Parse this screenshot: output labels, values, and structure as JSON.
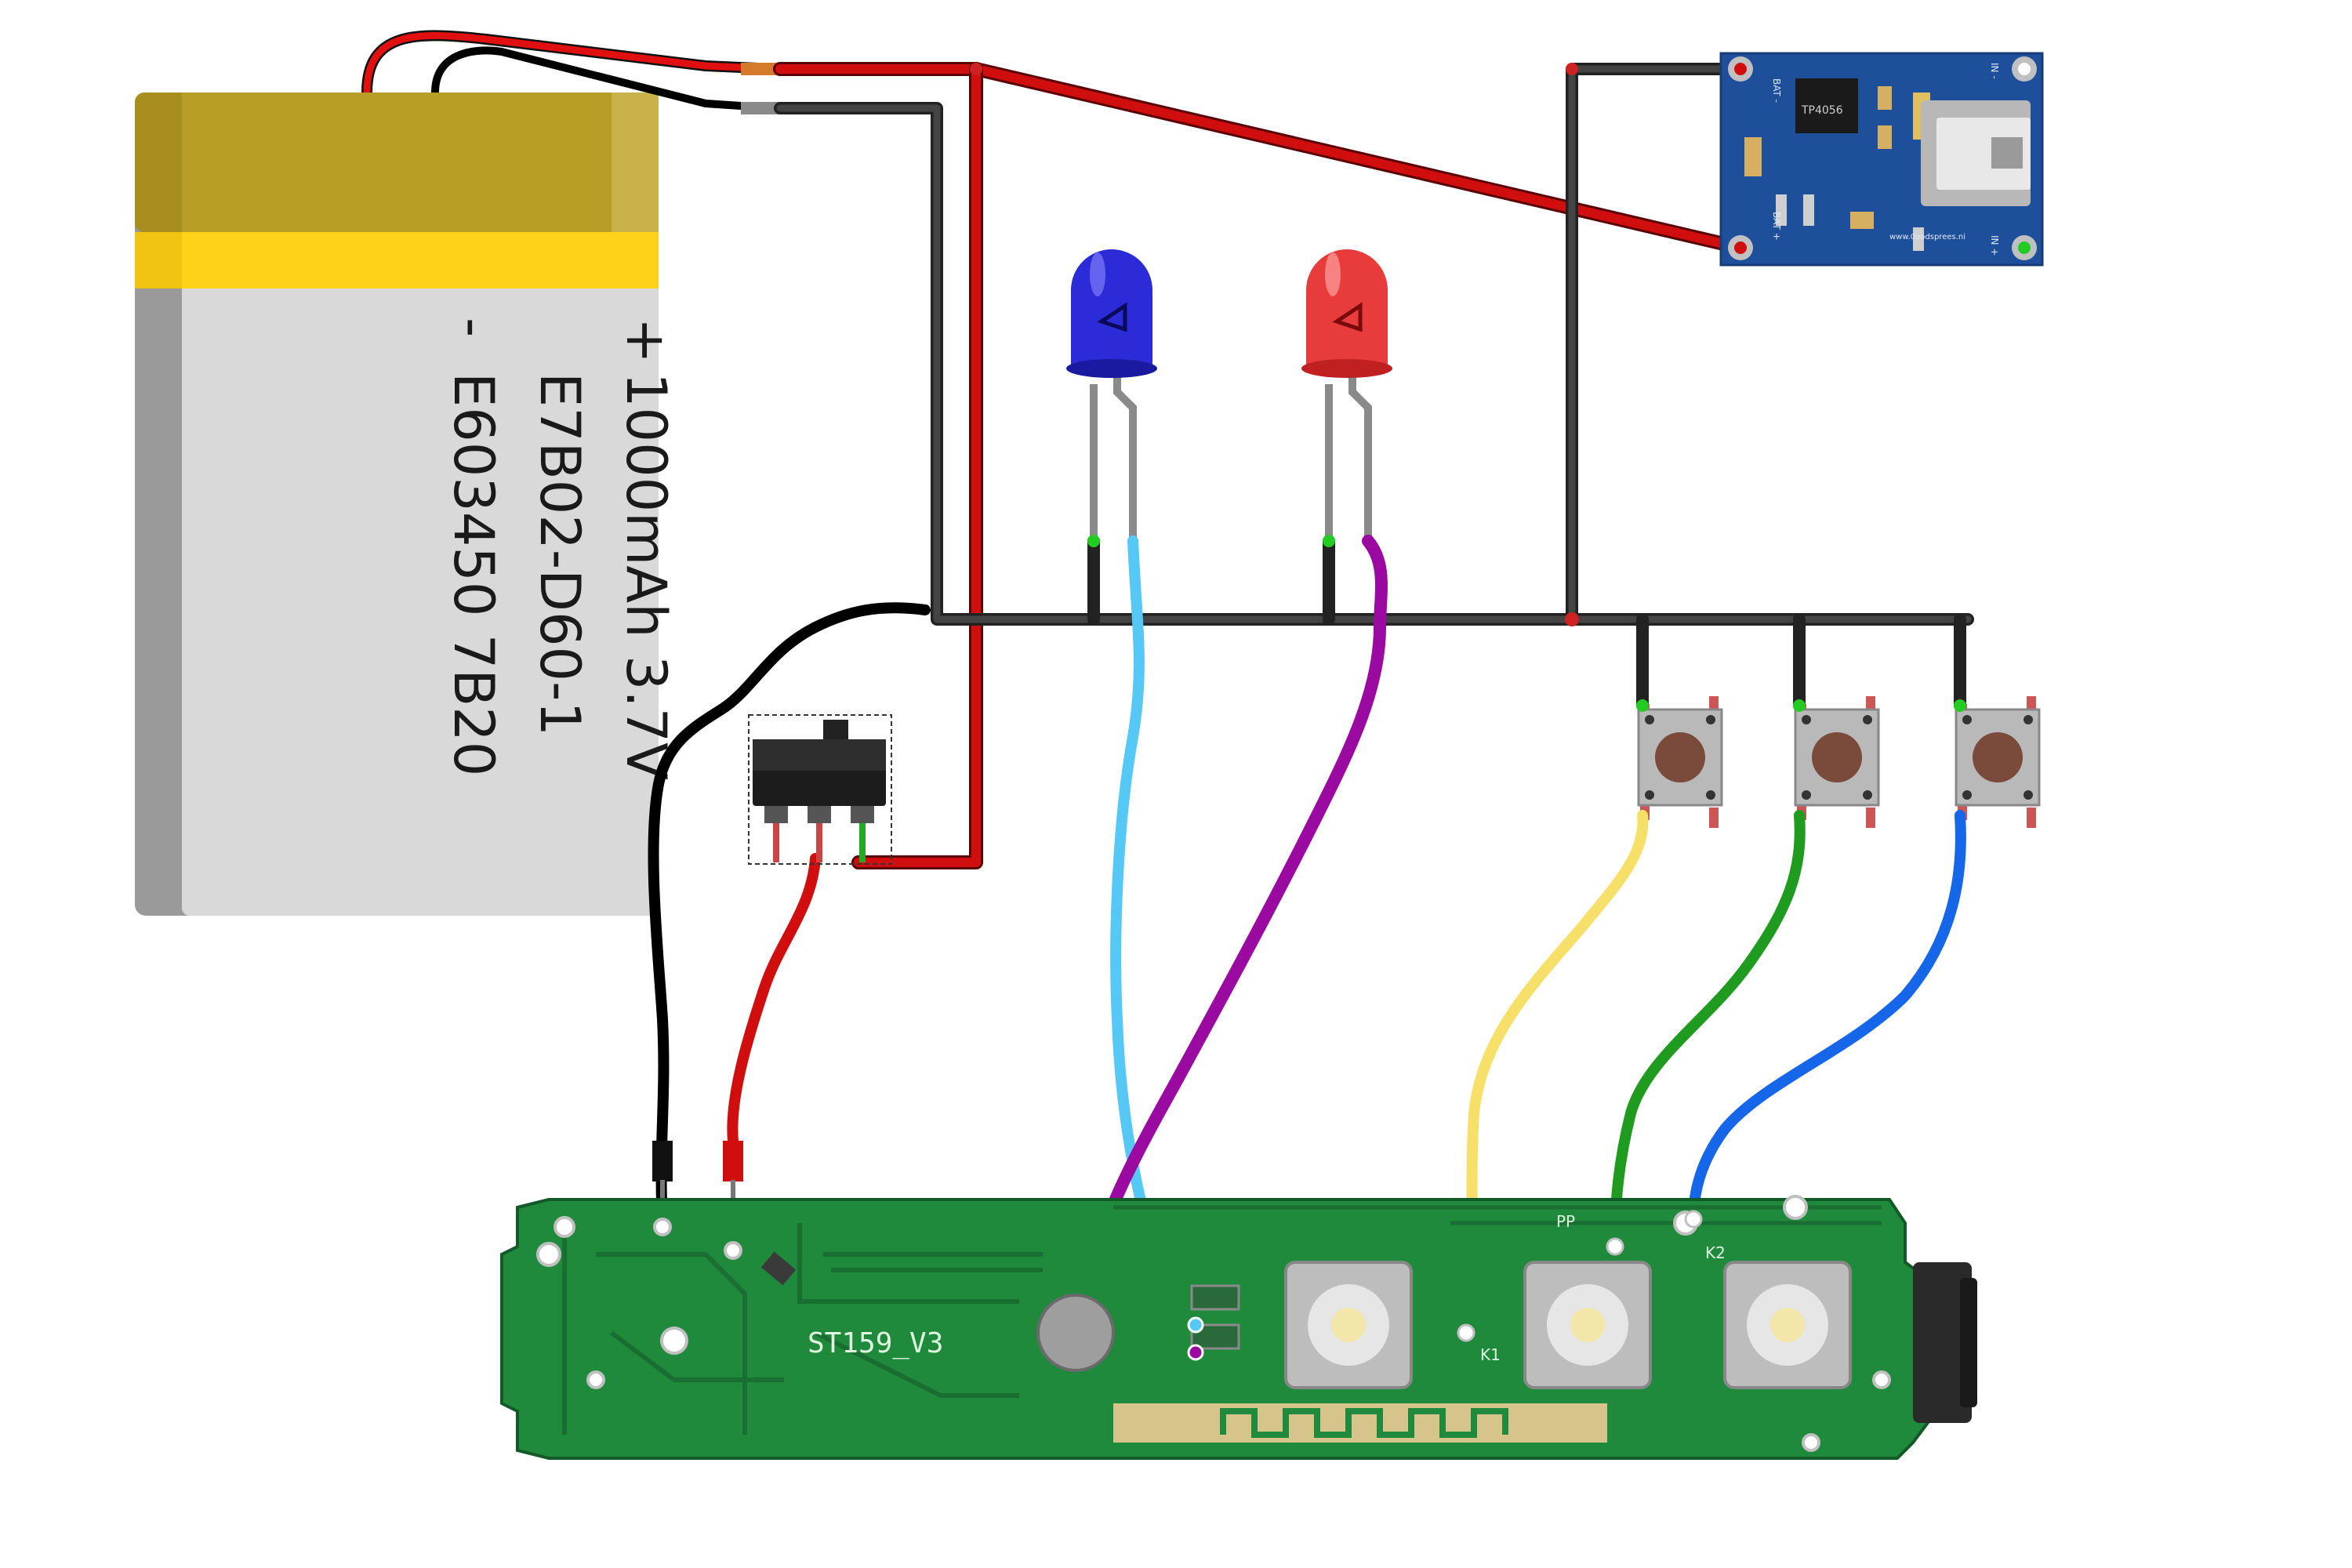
{
  "battery": {
    "minus_label": "-",
    "plus_label": "+",
    "text_line1": "E603450 7B20",
    "text_line2": "E7B02-D60-1",
    "text_line3": "1000mAh 3.7V"
  },
  "charger": {
    "chip_label": "TP4056",
    "pad_bat_minus": "BAT -",
    "pad_bat_plus": "BAT +",
    "pad_in_minus": "IN -",
    "pad_in_plus": "IN +",
    "brand_text": "www.0oodsprees.ni"
  },
  "pcb": {
    "board_label": "ST159_V3",
    "pad_pp": "PP",
    "pad_k1": "K1",
    "pad_k2": "K2"
  },
  "colors": {
    "wire_red": "#d10e0e",
    "wire_black": "#111111",
    "wire_cyan": "#55c8f5",
    "wire_purple": "#9a0aa0",
    "wire_yellow": "#f7e06a",
    "wire_green": "#1f9b1f",
    "wire_blue": "#1566e8",
    "pcb_green": "#1f8a3c",
    "battery_gold": "#a8891a",
    "charger_blue": "#1e4f9a"
  }
}
